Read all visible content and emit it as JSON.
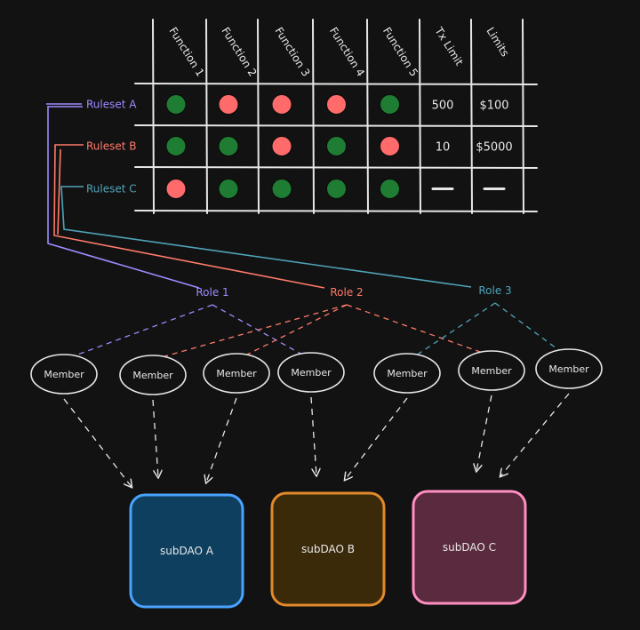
{
  "colors": {
    "background": "#121212",
    "grid": "#e6e6e6",
    "text": "#e8e8e8",
    "green": "#1e7d32",
    "red": "#ff6b6b",
    "rulesetA": "#9b8cff",
    "rulesetB": "#ff7a6b",
    "rulesetC": "#4fa3b8",
    "subA_fill": "#0f3f5f",
    "subA_stroke": "#4aa3ff",
    "subB_fill": "#3a2a0a",
    "subB_stroke": "#e38a2c",
    "subC_fill": "#5a2a3e",
    "subC_stroke": "#ff8fc2"
  },
  "table": {
    "columns": [
      "Function 1",
      "Function 2",
      "Function 3",
      "Function 4",
      "Function 5",
      "Tx Limit",
      "Limits"
    ],
    "rows": [
      {
        "name": "Ruleset A",
        "cells": [
          "green",
          "red",
          "red",
          "red",
          "green"
        ],
        "tx_limit": "500",
        "limits": "$100"
      },
      {
        "name": "Ruleset B",
        "cells": [
          "green",
          "green",
          "red",
          "green",
          "red"
        ],
        "tx_limit": "10",
        "limits": "$5000"
      },
      {
        "name": "Ruleset C",
        "cells": [
          "red",
          "green",
          "green",
          "green",
          "green"
        ],
        "tx_limit": "—",
        "limits": "—"
      }
    ]
  },
  "roles": [
    {
      "label": "Role 1",
      "color_key": "rulesetA"
    },
    {
      "label": "Role 2",
      "color_key": "rulesetB"
    },
    {
      "label": "Role 3",
      "color_key": "rulesetC"
    }
  ],
  "members": [
    "Member",
    "Member",
    "Member",
    "Member",
    "Member",
    "Member",
    "Member"
  ],
  "subdaos": [
    {
      "label": "subDAO A",
      "fill_key": "subA_fill",
      "stroke_key": "subA_stroke"
    },
    {
      "label": "subDAO B",
      "fill_key": "subB_fill",
      "stroke_key": "subB_stroke"
    },
    {
      "label": "subDAO C",
      "fill_key": "subC_fill",
      "stroke_key": "subC_stroke"
    }
  ]
}
